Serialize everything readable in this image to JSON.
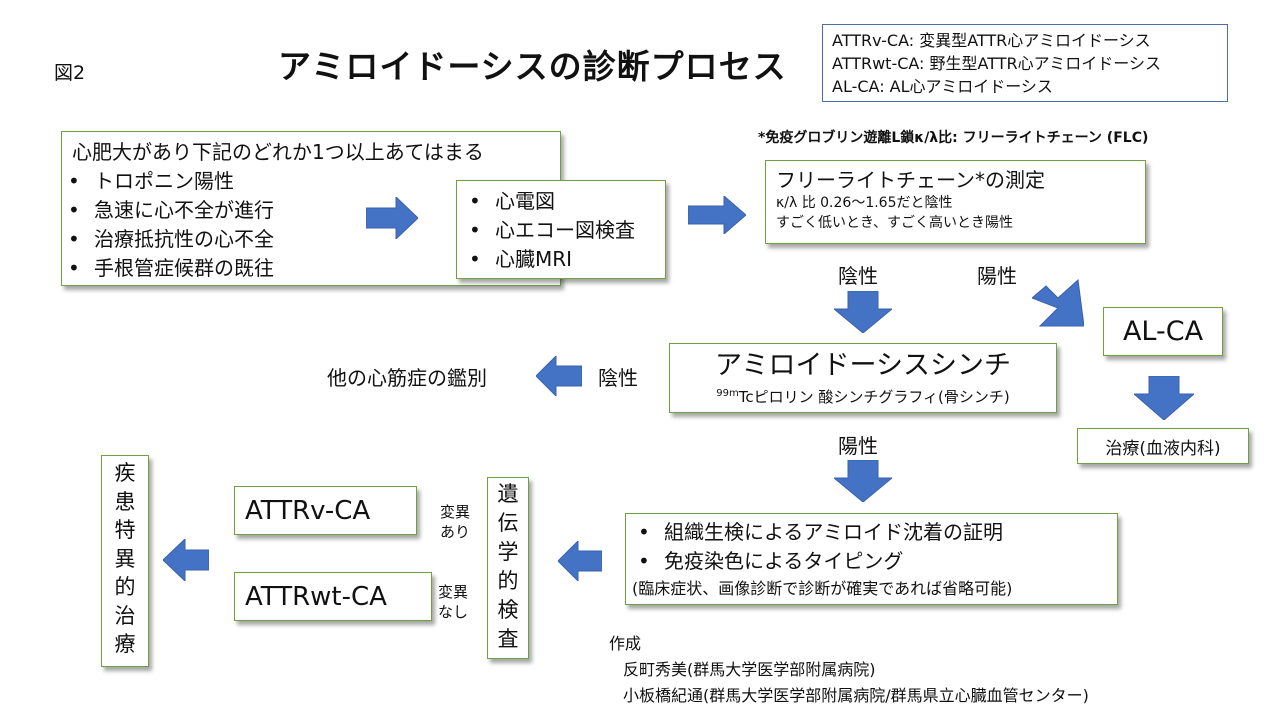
{
  "figure_label": "図2",
  "title": "アミロイドーシスの診断プロセス",
  "colors": {
    "box_border": "#70a040",
    "arrow_fill": "#4472c4",
    "legend_border": "#4a6fa8"
  },
  "legend": {
    "lines": [
      "ATTRv-CA: 変異型ATTR心アミロイドーシス",
      "ATTRwt-CA: 野生型ATTR心アミロイドーシス",
      "AL-CA: AL心アミロイドーシス"
    ]
  },
  "footnote": "*免疫グロブリン遊離L鎖κ/λ比: フリーライトチェーン (FLC)",
  "criteria": {
    "heading": "心肥大があり下記のどれか1つ以上あてはまる",
    "items": [
      "トロポニン陽性",
      "急速に心不全が進行",
      "治療抵抗性の心不全",
      "手根管症候群の既往"
    ]
  },
  "exams": {
    "items": [
      "心電図",
      "心エコー図検査",
      "心臓MRI"
    ]
  },
  "flc": {
    "title": "フリーライトチェーン*の測定",
    "line1": "κ/λ 比 0.26〜1.65だと陰性",
    "line2": "すごく低いとき、すごく高いとき陽性"
  },
  "labels": {
    "flc_negative": "陰性",
    "flc_positive": "陽性",
    "scinti_negative": "陰性",
    "scinti_positive": "陽性",
    "mutation_yes_1": "変異",
    "mutation_yes_2": "あり",
    "mutation_no_1": "変異",
    "mutation_no_2": "なし"
  },
  "al_ca": "AL-CA",
  "al_treatment": "治療(血液内科)",
  "other_cardiomyopathy": "他の心筋症の鑑別",
  "scinti": {
    "title": "アミロイドーシスシンチ",
    "sup": "99m",
    "subtitle": "Tcピロリン 酸シンチグラフィ(骨シンチ)"
  },
  "biopsy": {
    "items": [
      "組織生検によるアミロイド沈着の証明",
      "免疫染色によるタイピング"
    ],
    "note": "(臨床症状、画像診断で診断が確実であれば省略可能)"
  },
  "genetic_test": [
    "遺",
    "伝",
    "学",
    "的",
    "検",
    "査"
  ],
  "attrv": "ATTRv-CA",
  "attrwt": "ATTRwt-CA",
  "specific_treatment": [
    "疾",
    "患",
    "特",
    "異",
    "的",
    "治",
    "療"
  ],
  "credits": {
    "heading": "作成",
    "line1": "反町秀美(群馬大学医学部附属病院)",
    "line2": "小板橋紀通(群馬大学医学部附属病院/群馬県立心臓血管センター)"
  }
}
